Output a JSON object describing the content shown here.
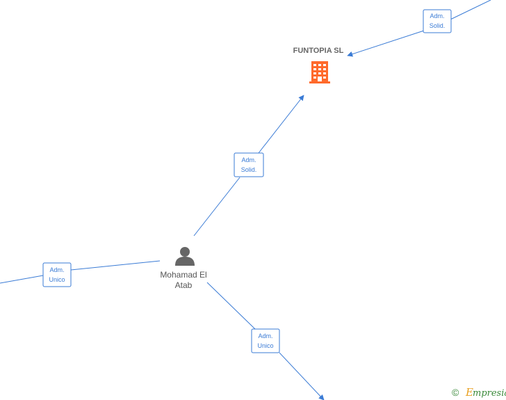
{
  "nodes": {
    "company": {
      "name": "FUNTOPIA  SL",
      "icon": "building-icon",
      "color": "#ff6a2b"
    },
    "person": {
      "name_line1": "Mohamad El",
      "name_line2": "Atab",
      "icon": "person-icon",
      "color": "#666666"
    }
  },
  "edges": [
    {
      "line1": "Adm.",
      "line2": "Solid."
    },
    {
      "line1": "Adm.",
      "line2": "Solid."
    },
    {
      "line1": "Adm.",
      "line2": "Unico"
    },
    {
      "line1": "Adm.",
      "line2": "Unico"
    }
  ],
  "footer": {
    "copyright_symbol": "©",
    "brand": "mpresia",
    "brand_initial": "E"
  },
  "colors": {
    "edge": "#3a7bd5",
    "company_icon": "#ff6a2b",
    "person_icon": "#666666"
  }
}
